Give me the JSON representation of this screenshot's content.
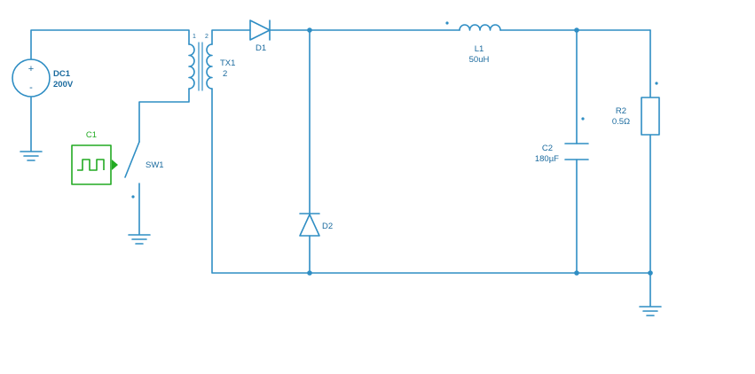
{
  "colors": {
    "wire": "#2f8ec4",
    "label": "#1a6a9e",
    "clock": "#22aa22",
    "background": "#ffffff"
  },
  "components": {
    "dc1": {
      "ref": "DC1",
      "value": "200V",
      "plus": "+",
      "minus": "-"
    },
    "tx1": {
      "ref": "TX1",
      "value": "2",
      "pin1": "1",
      "pin2": "2"
    },
    "d1": {
      "ref": "D1"
    },
    "d2": {
      "ref": "D2"
    },
    "l1": {
      "ref": "L1",
      "value": "50uH"
    },
    "c1": {
      "ref": "C1"
    },
    "c2": {
      "ref": "C2",
      "value": "180µF"
    },
    "sw1": {
      "ref": "SW1"
    },
    "r2": {
      "ref": "R2",
      "value": "0.5Ω"
    }
  }
}
